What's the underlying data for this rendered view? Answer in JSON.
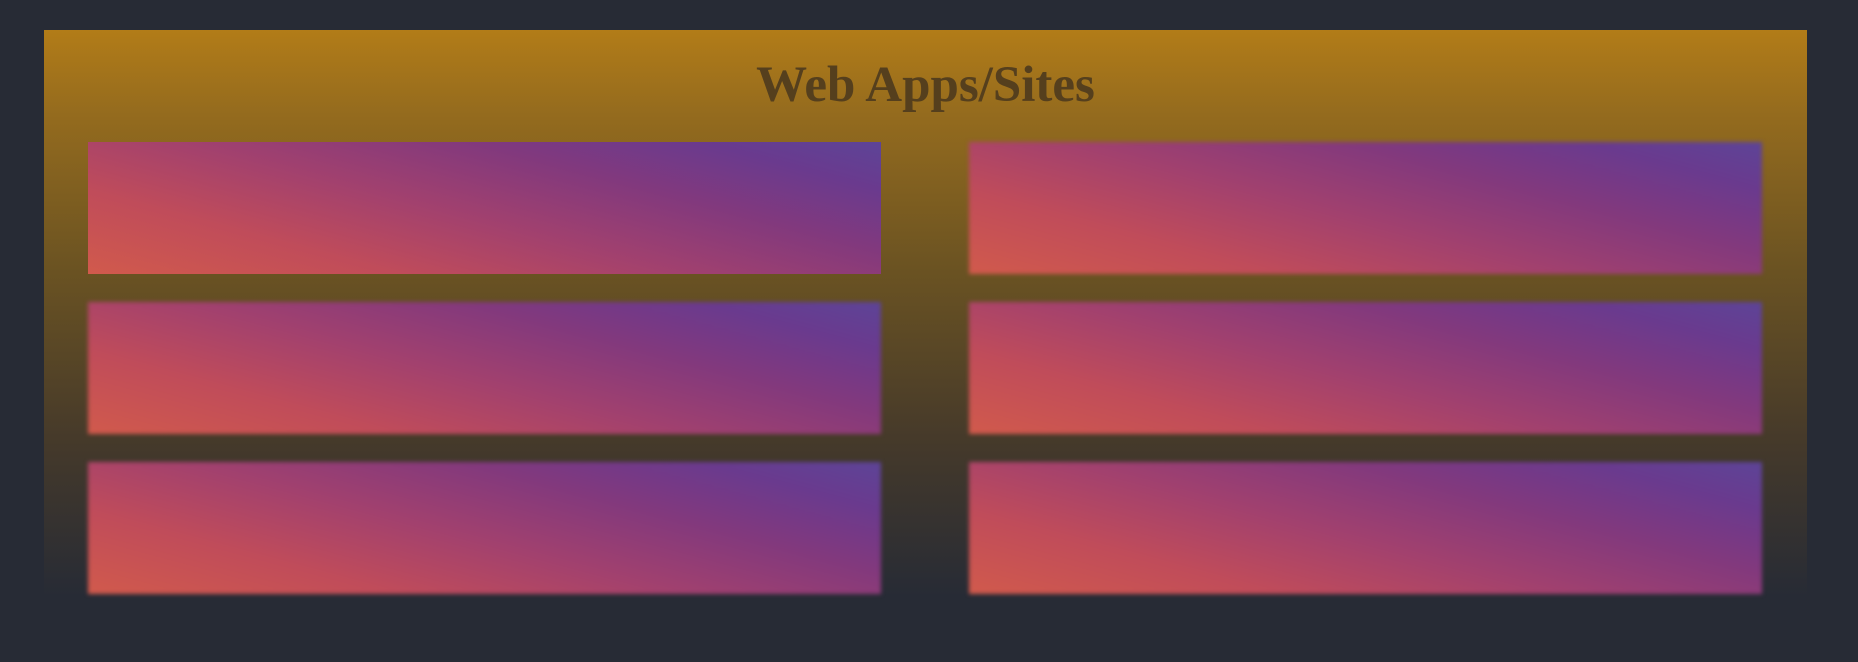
{
  "section": {
    "title": "Web Apps/Sites"
  },
  "colors": {
    "page_background": "#272b35",
    "header_gold": "#b27c18",
    "title_text": "#553f1d",
    "card_gradient_start": "#d15a4c",
    "card_gradient_mid": "#a2416e",
    "card_gradient_end": "#5d4497"
  },
  "cards": [
    {
      "state": "loaded"
    },
    {
      "state": "loading"
    },
    {
      "state": "loading"
    },
    {
      "state": "loading"
    },
    {
      "state": "loading"
    },
    {
      "state": "loading"
    }
  ]
}
